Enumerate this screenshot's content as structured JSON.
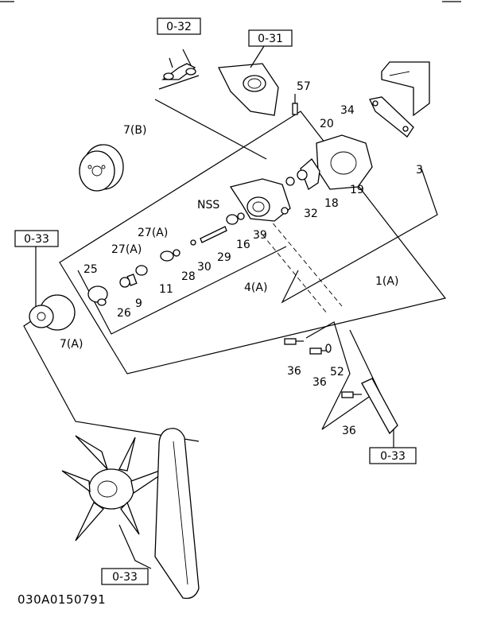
{
  "drawing": {
    "footer_code": "030A0150791",
    "ref_boxes": {
      "top_left": "0-32",
      "top_right": "0-31",
      "left": "0-33",
      "bottom_right": "0-33",
      "bottom_left": "0-33"
    },
    "labels": {
      "p57": "57",
      "p34": "34",
      "p20": "20",
      "p7b": "7(B)",
      "p3": "3",
      "p19": "19",
      "p18": "18",
      "nss": "NSS",
      "p32": "32",
      "p39": "39",
      "p16": "16",
      "p29": "29",
      "p30": "30",
      "p28": "28",
      "p27a_1": "27(A)",
      "p27a_2": "27(A)",
      "p25": "25",
      "p11": "11",
      "p4a": "4(A)",
      "p1a": "1(A)",
      "p9": "9",
      "p26": "26",
      "p7a": "7(A)",
      "p36_1": "36",
      "p36_2": "36",
      "p52": "52",
      "p36_3": "36"
    }
  }
}
